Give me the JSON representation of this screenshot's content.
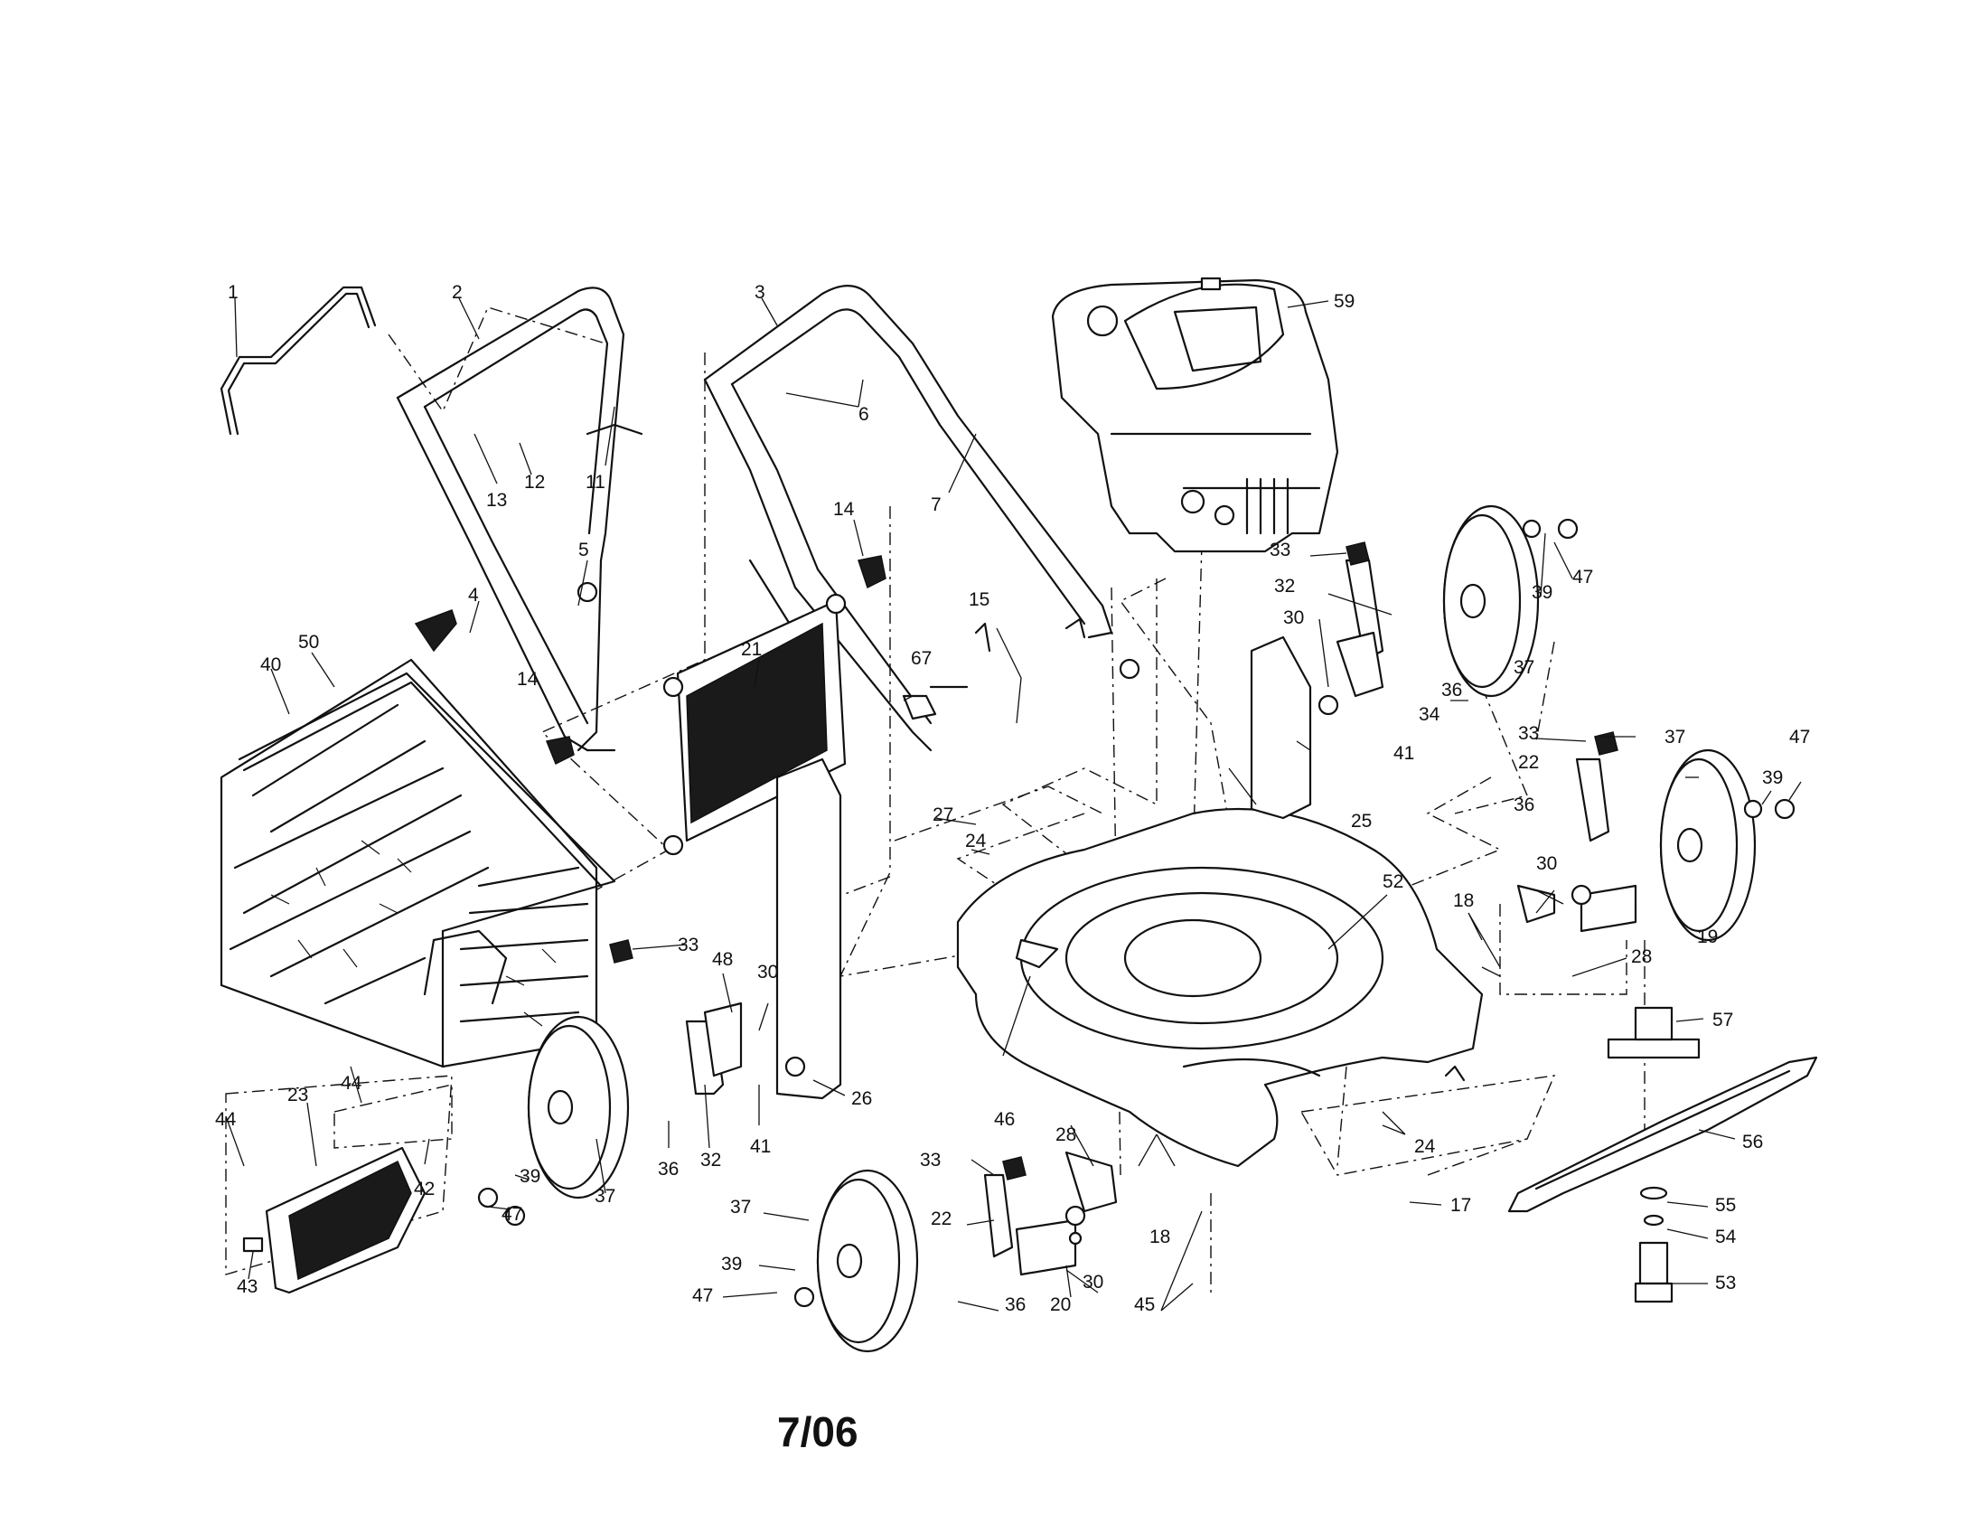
{
  "date_code": "7/06",
  "callouts": [
    "1",
    "2",
    "3",
    "59",
    "6",
    "13",
    "12",
    "11",
    "7",
    "5",
    "14",
    "33",
    "47",
    "32",
    "39",
    "4",
    "50",
    "40",
    "21",
    "15",
    "30",
    "36",
    "14",
    "67",
    "34",
    "37",
    "41",
    "33",
    "37",
    "47",
    "22",
    "39",
    "25",
    "27",
    "36",
    "24",
    "30",
    "52",
    "18",
    "19",
    "28",
    "33",
    "48",
    "30",
    "57",
    "46",
    "44",
    "26",
    "23",
    "28",
    "44",
    "42",
    "36",
    "32",
    "41",
    "24",
    "56",
    "33",
    "18",
    "39",
    "37",
    "17",
    "47",
    "55",
    "37",
    "22",
    "54",
    "39",
    "43",
    "20",
    "30",
    "45",
    "53",
    "47",
    "36"
  ]
}
